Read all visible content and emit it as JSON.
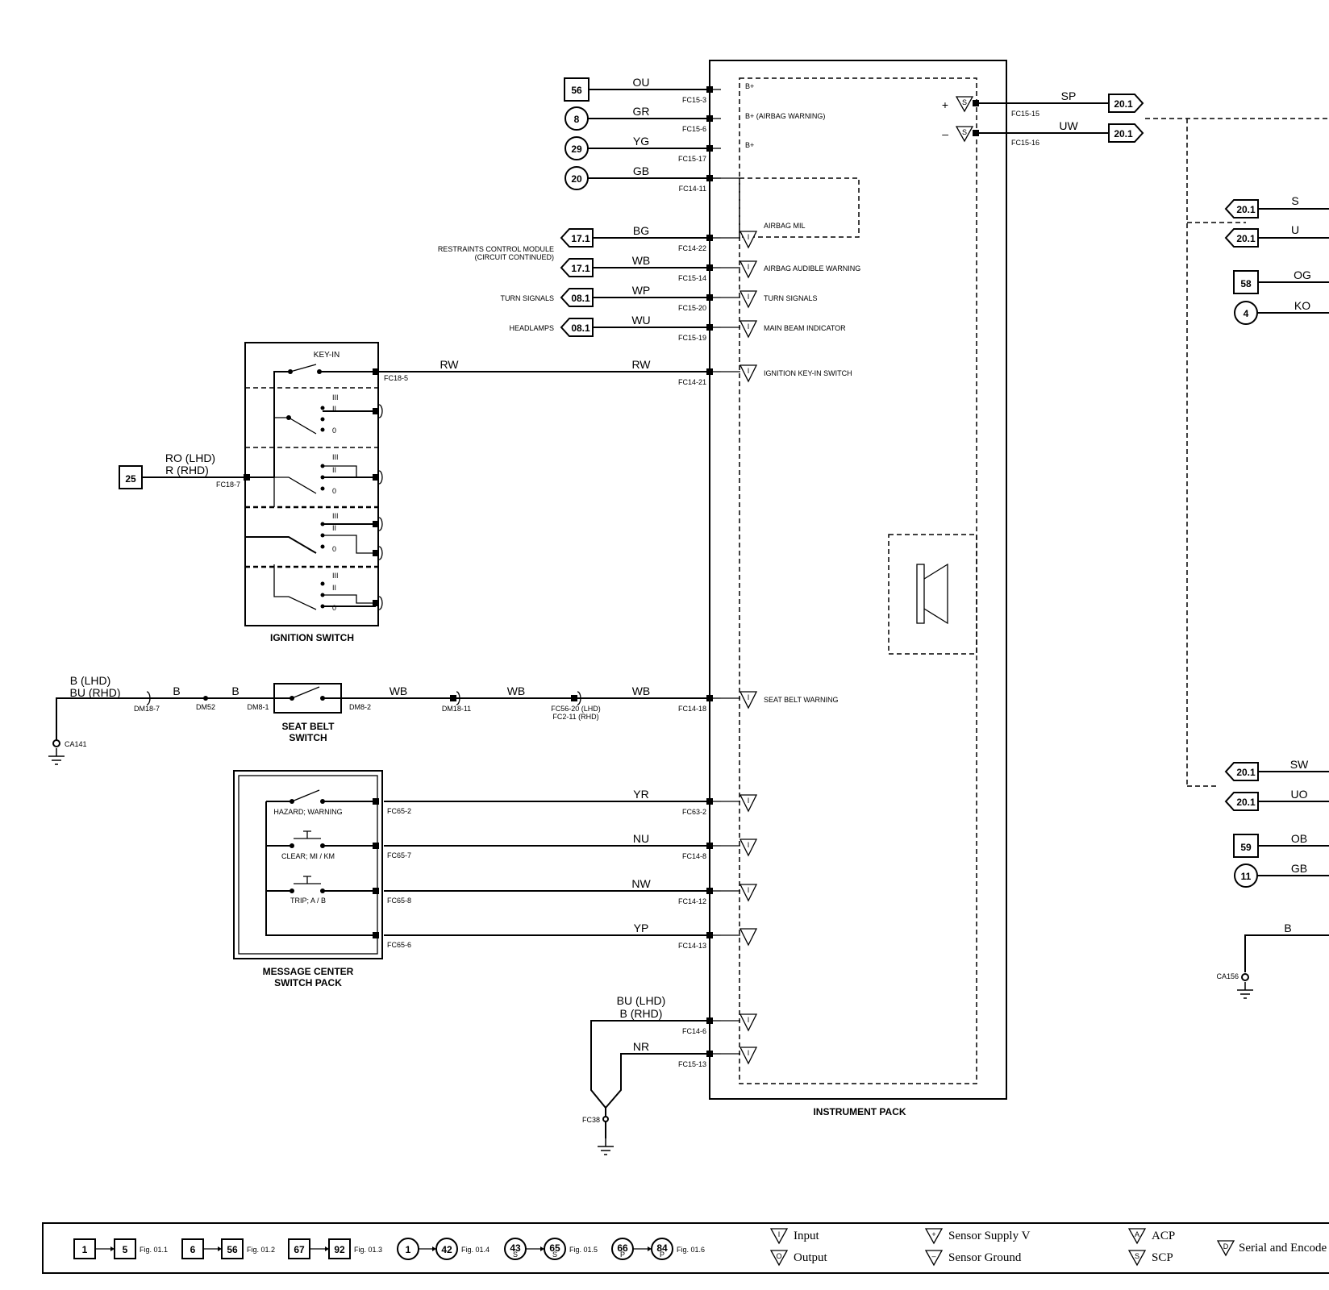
{
  "blocks": {
    "instrument_pack": "INSTRUMENT PACK",
    "ignition_switch": "IGNITION SWITCH",
    "seat_belt_switch": [
      "SEAT BELT",
      "SWITCH"
    ],
    "message_center": [
      "MESSAGE CENTER",
      "SWITCH PACK"
    ]
  },
  "left_wires": [
    {
      "ref": "56",
      "shape": "square",
      "color": "OU",
      "pin": "FC15-3",
      "label": "B+"
    },
    {
      "ref": "8",
      "shape": "circle",
      "color": "GR",
      "pin": "FC15-6",
      "label": "B+ (AIRBAG WARNING)"
    },
    {
      "ref": "29",
      "shape": "circle",
      "color": "YG",
      "pin": "FC15-17",
      "label": "B+"
    },
    {
      "ref": "20",
      "shape": "circle",
      "color": "GB",
      "pin": "FC14-11",
      "label": ""
    },
    {
      "ref": "17.1",
      "shape": "arrow",
      "color": "BG",
      "pin": "FC14-22",
      "label": "AIRBAG MIL"
    },
    {
      "ref": "17.1",
      "shape": "arrow",
      "color": "WB",
      "pin": "FC15-14",
      "label": "AIRBAG AUDIBLE WARNING"
    },
    {
      "ref": "08.1",
      "shape": "arrow",
      "color": "WP",
      "pin": "FC15-20",
      "label": "TURN SIGNALS"
    },
    {
      "ref": "08.1",
      "shape": "arrow",
      "color": "WU",
      "pin": "FC15-19",
      "label": "MAIN BEAM INDICATOR"
    },
    {
      "ref": "",
      "shape": "none",
      "color": "RW",
      "pin": "FC14-21",
      "label": "IGNITION KEY-IN SWITCH"
    },
    {
      "ref": "",
      "shape": "none",
      "color": "WB",
      "pin": "FC14-18",
      "label": "SEAT BELT WARNING"
    },
    {
      "ref": "",
      "shape": "none",
      "color": "YR",
      "pin": "FC63-2",
      "label": ""
    },
    {
      "ref": "",
      "shape": "none",
      "color": "NU",
      "pin": "FC14-8",
      "label": ""
    },
    {
      "ref": "",
      "shape": "none",
      "color": "NW",
      "pin": "FC14-12",
      "label": ""
    },
    {
      "ref": "",
      "shape": "none",
      "color": "YP",
      "pin": "FC14-13",
      "label": ""
    },
    {
      "ref": "",
      "shape": "none",
      "color": "BU (LHD)",
      "color2": "B (RHD)",
      "pin": "FC14-6",
      "label": ""
    },
    {
      "ref": "",
      "shape": "none",
      "color": "NR",
      "pin": "FC15-13",
      "label": ""
    }
  ],
  "source_labels": {
    "restraints": [
      "RESTRAINTS CONTROL MODULE",
      "(CIRCUIT CONTINUED)"
    ],
    "turn": "TURN SIGNALS",
    "headlamps": "HEADLAMPS"
  },
  "sensor_outputs": [
    {
      "sign": "+",
      "symbol": "S",
      "pin": "FC15-15",
      "color": "SP",
      "ref": "20.1"
    },
    {
      "sign": "–",
      "symbol": "S",
      "pin": "FC15-16",
      "color": "UW",
      "ref": "20.1"
    }
  ],
  "ignition": {
    "key_in": "KEY-IN",
    "feed_ref": "25",
    "feed_color": [
      "RO (LHD)",
      "R (RHD)"
    ],
    "feed_pin": "FC18-7",
    "keyin_pin": "FC18-5",
    "keyin_color": "RW",
    "positions": [
      "III",
      "II",
      "0"
    ]
  },
  "seat_belt_circuit": {
    "ground_color": [
      "B (LHD)",
      "BU (RHD)"
    ],
    "ground": "CA141",
    "c1": "DM18-7",
    "c2": "DM52",
    "c3": "DM8-1",
    "c4": "DM8-2",
    "c5": "DM18-11",
    "c6": [
      "FC56-20 (LHD)",
      "FC2-11 (RHD)"
    ],
    "w1": "B",
    "w2": "B",
    "w3": "WB",
    "w4": "WB"
  },
  "message_switches": [
    {
      "label": "HAZARD; WARNING",
      "pin": "FC65-2"
    },
    {
      "label": "CLEAR; MI / KM",
      "pin": "FC65-7"
    },
    {
      "label": "TRIP; A / B",
      "pin": "FC65-8"
    },
    {
      "label": "",
      "pin": "FC65-6"
    }
  ],
  "ground_fc38": "FC38",
  "right_side": [
    {
      "ref": "20.1",
      "shape": "arrow",
      "color": "S"
    },
    {
      "ref": "20.1",
      "shape": "arrow",
      "color": "U"
    },
    {
      "ref": "58",
      "shape": "square",
      "color": "OG"
    },
    {
      "ref": "4",
      "shape": "circle",
      "color": "KO"
    },
    {
      "ref": "20.1",
      "shape": "arrow",
      "color": "SW"
    },
    {
      "ref": "20.1",
      "shape": "arrow",
      "color": "UO"
    },
    {
      "ref": "59",
      "shape": "square",
      "color": "OB"
    },
    {
      "ref": "11",
      "shape": "circle",
      "color": "GB"
    },
    {
      "ref": "",
      "shape": "none",
      "color": "B"
    }
  ],
  "right_ground": "CA156",
  "legend": {
    "ranges": [
      {
        "a": "1",
        "b": "5",
        "fig": "Fig. 01.1",
        "shape": "square"
      },
      {
        "a": "6",
        "b": "56",
        "fig": "Fig. 01.2",
        "shape": "square"
      },
      {
        "a": "67",
        "b": "92",
        "fig": "Fig. 01.3",
        "shape": "square"
      },
      {
        "a": "1",
        "b": "42",
        "fig": "Fig. 01.4",
        "shape": "circle"
      },
      {
        "a": "43",
        "b": "65",
        "fig": "Fig. 01.5",
        "shape": "circle",
        "sub": "S"
      },
      {
        "a": "66",
        "b": "84",
        "fig": "Fig. 01.6",
        "shape": "circle",
        "sub": "P"
      }
    ],
    "input": "Input",
    "output": "Output",
    "sensor_supply": "Sensor Supply V",
    "sensor_ground": "Sensor Ground",
    "acp": "ACP",
    "scp": "SCP",
    "serial": "Serial and Encode",
    "sym_input": "I",
    "sym_output": "O",
    "sym_supply": "+",
    "sym_ground": "–",
    "sym_acp": "A",
    "sym_scp": "S",
    "sym_serial": "D"
  }
}
